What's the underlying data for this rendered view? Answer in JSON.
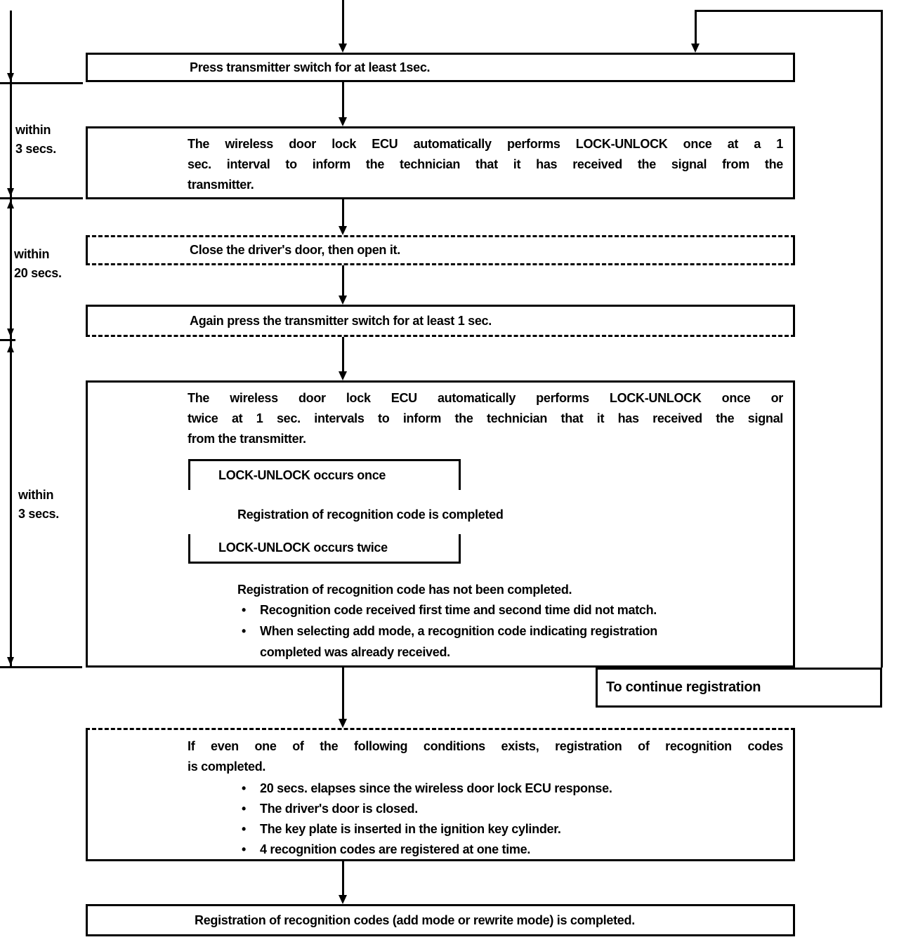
{
  "ui": {
    "bullet": "•"
  },
  "colors": {
    "ink": "#000000",
    "paper": "#ffffff"
  },
  "timing_labels": {
    "t1": [
      "within",
      "3 secs."
    ],
    "t2": [
      "within",
      "20 secs."
    ],
    "t3": [
      "within",
      "3 secs."
    ]
  },
  "flow": {
    "step1": "Press transmitter switch for at least 1sec.",
    "step2_lines": [
      "The wireless door lock ECU automatically performs LOCK-UNLOCK once at a 1",
      "sec. interval to inform the technician that it has received the signal from the",
      "transmitter."
    ],
    "step3": "Close the driver's door, then open it.",
    "step4": "Again press the transmitter switch for at least 1 sec.",
    "step5": {
      "para_lines": [
        "The wireless door lock ECU automatically performs LOCK-UNLOCK once or",
        "twice at 1 sec. intervals to inform the technician that it has received the signal",
        "from the transmitter."
      ],
      "tag_once": "LOCK-UNLOCK occurs once",
      "result_once": "Registration of recognition code is completed",
      "tag_twice": "LOCK-UNLOCK occurs twice",
      "result_twice": "Registration of recognition code has not been completed.",
      "bullet1": "Recognition code received first time and second time did not match.",
      "bullet2_lines": [
        "When selecting add mode, a recognition code indicating registration",
        "completed was already received."
      ]
    },
    "continue_note": "To continue registration",
    "step6": {
      "para_lines": [
        "If even one of the following conditions exists, registration of recognition codes",
        "is completed."
      ],
      "bullets": [
        "20 secs. elapses since the wireless door lock ECU response.",
        "The driver's door is closed.",
        "The key plate is inserted in the ignition key cylinder.",
        "4 recognition codes are registered at one time."
      ]
    },
    "step7": "Registration of recognition codes (add mode or rewrite mode) is completed."
  }
}
